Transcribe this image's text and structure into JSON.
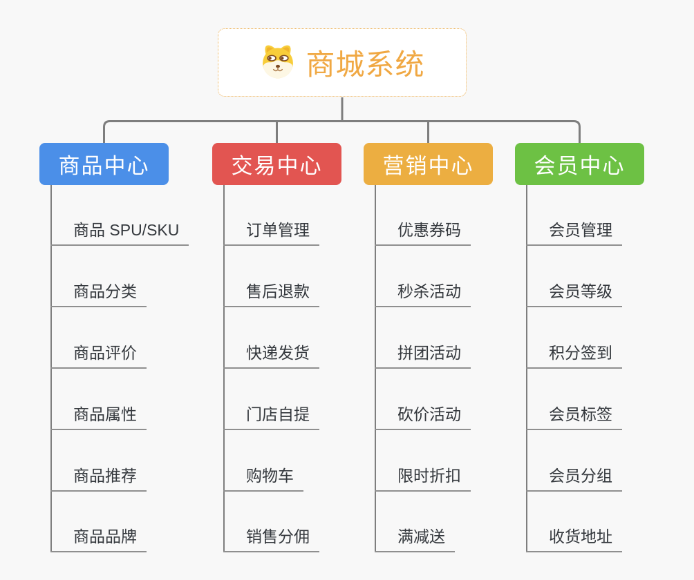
{
  "root": {
    "label": "商城系统",
    "icon": "dog-face-icon",
    "text_color": "#F0A843",
    "border_color": "#EDB258"
  },
  "branches": [
    {
      "label": "商品中心",
      "color": "#4B8FE8",
      "children": [
        "商品 SPU/SKU",
        "商品分类",
        "商品评价",
        "商品属性",
        "商品推荐",
        "商品品牌"
      ]
    },
    {
      "label": "交易中心",
      "color": "#E25551",
      "children": [
        "订单管理",
        "售后退款",
        "快递发货",
        "门店自提",
        "购物车",
        "销售分佣"
      ]
    },
    {
      "label": "营销中心",
      "color": "#ECAE41",
      "children": [
        "优惠券码",
        "秒杀活动",
        "拼团活动",
        "砍价活动",
        "限时折扣",
        "满减送"
      ]
    },
    {
      "label": "会员中心",
      "color": "#6DC144",
      "children": [
        "会员管理",
        "会员等级",
        "积分签到",
        "会员标签",
        "会员分组",
        "收货地址"
      ]
    }
  ],
  "colors": {
    "background": "#F8F8F8",
    "connector": "#7E7E7E",
    "child_underline": "#8F8F8F",
    "child_text": "#34383D",
    "icon_yellow": "#F8CD3A",
    "icon_cream": "#FDF7E4",
    "icon_brown": "#7C4A21"
  }
}
